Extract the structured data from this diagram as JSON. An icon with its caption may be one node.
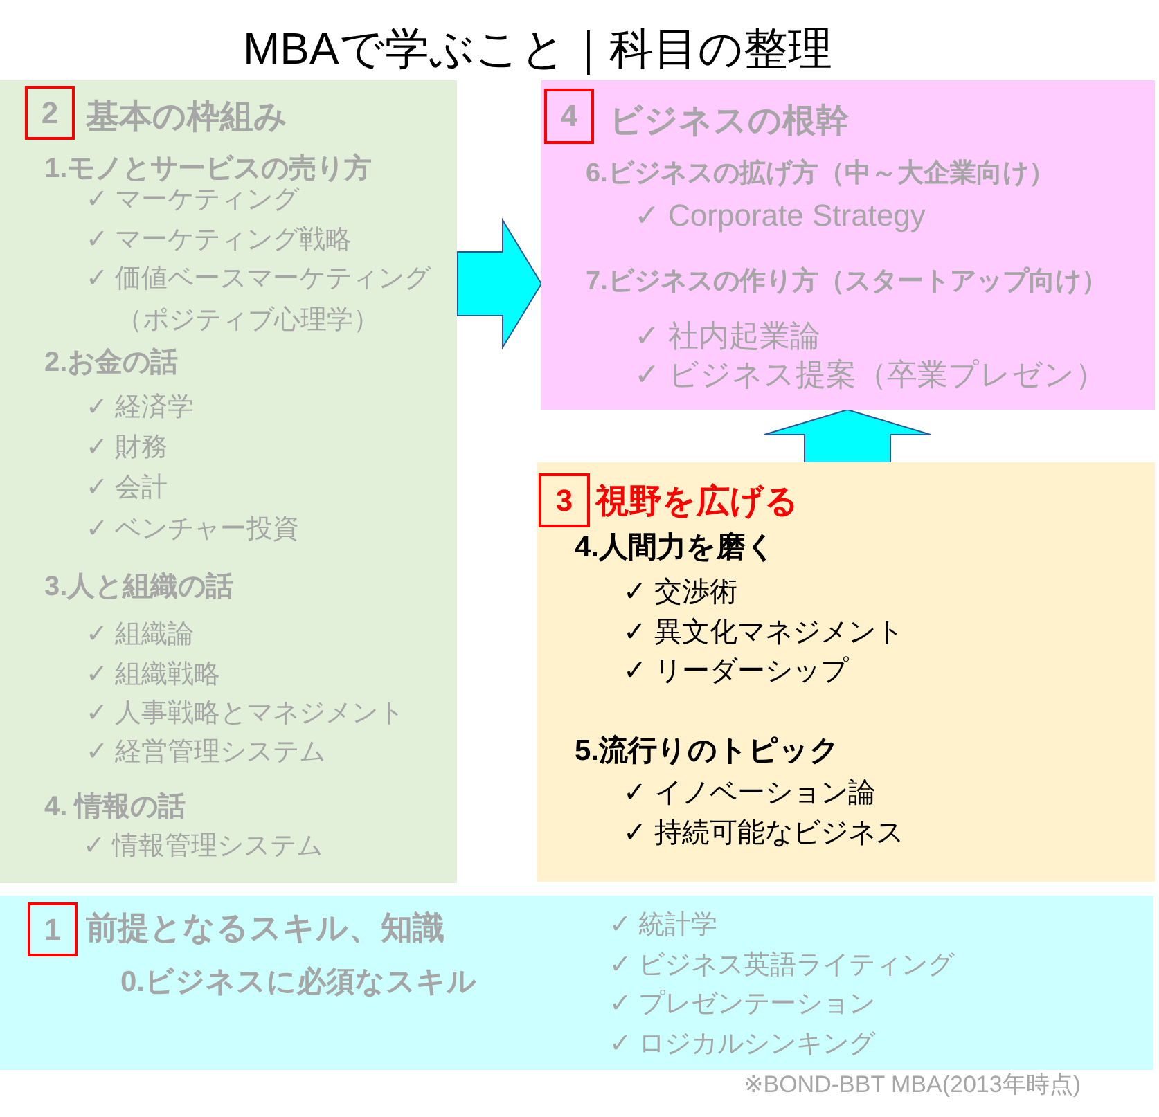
{
  "diagram": {
    "title": "MBAで学ぶこと｜科目の整理",
    "nodes": [
      {
        "text": [
          "基本の枠組み",
          "1.モノとサービスの売り方",
          "✓ マーケティング",
          "✓ マーケティング戦略",
          "✓ 価値ベースマーケティング（ポジティブ心理学）",
          "2.お金の話",
          "✓ 経済学",
          "✓ 財務",
          "✓ 会計",
          "✓ ベンチャー投資",
          "3.人と組織の話",
          "✓ 組織論",
          "✓ 組織戦略",
          "✓ 人事戦略とマネジメント",
          "✓ 経営管理システム",
          "4. 情報の話",
          "✓ 情報管理システム"
        ]
      },
      {
        "text": [
          "2"
        ],
        "in": 0
      },
      {
        "text": [
          "ビジネスの根幹",
          "6.ビジネスの拡げ方（中～大企業向け）",
          "✓ Corporate Strategy",
          "7.ビジネスの作り方（スタートアップ向け）",
          "✓ 社内起業論",
          "✓ ビジネス提案（卒業プレゼン）"
        ]
      },
      {
        "text": [
          "4"
        ],
        "in": 2
      },
      {
        "text": [
          "視野を広げる",
          "4.人間力を磨く",
          "✓ 交渉術",
          "✓ 異文化マネジメント",
          "✓ リーダーシップ",
          "5.流行りのトピック",
          "✓ イノベーション論",
          "✓ 持続可能なビジネス"
        ]
      },
      {
        "text": [
          "3"
        ],
        "in": 4
      },
      {
        "text": [
          "前提となるスキル、知識",
          "0.ビジネスに必須なスキル",
          "✓ 統計学",
          "✓ ビジネス英語ライティング",
          "✓ プレゼンテーション",
          "✓ ロジカルシンキング"
        ]
      },
      {
        "text": [
          "1"
        ],
        "in": 6
      }
    ],
    "edges": [
      {
        "from": 0,
        "to": 2,
        "arrow": "to"
      },
      {
        "from": 4,
        "to": 2,
        "arrow": "to"
      }
    ],
    "labels": [
      "※BOND-BBT MBA(2013年時点)"
    ]
  }
}
